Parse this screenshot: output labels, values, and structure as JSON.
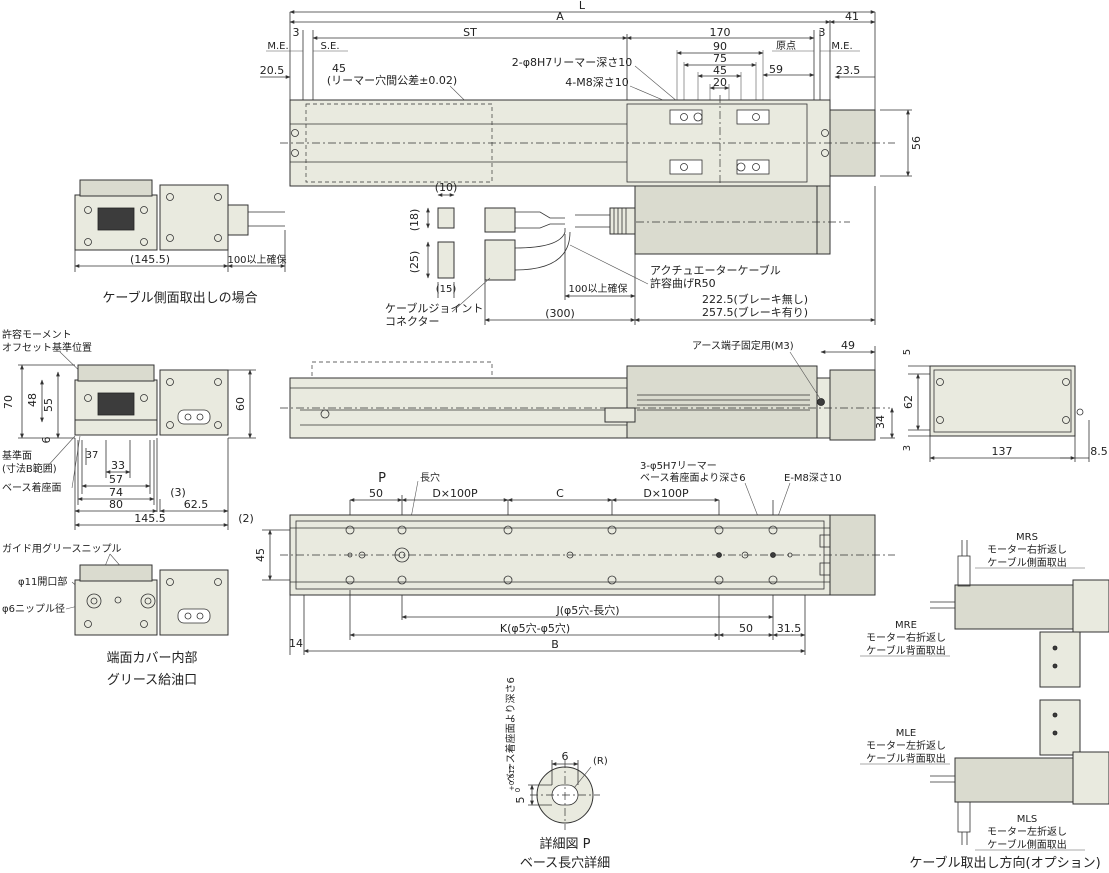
{
  "top_view": {
    "dims": [
      "L",
      "A",
      "41",
      "3",
      "M.E.",
      "S.E.",
      "ST",
      "170",
      "3",
      "原点",
      "M.E.",
      "90",
      "75",
      "45",
      "20",
      "59",
      "20.5",
      "45",
      "(リーマー穴間公差±0.02)",
      "23.5",
      "2-φ8H7リーマー深さ10",
      "4-M8深さ10",
      "56"
    ]
  },
  "cable_side": {
    "dims": [
      "(10)",
      "(18)",
      "(25)",
      "(15)",
      "100以上確保",
      "(300)",
      "222.5(ブレーキ無し)",
      "257.5(ブレーキ有り)"
    ],
    "labels": [
      "アクチュエーターケーブル",
      "許容曲げR50",
      "ケーブルジョイント",
      "コネクター"
    ]
  },
  "left_top": {
    "dims": [
      "(145.5)",
      "100以上確保"
    ],
    "caption": "ケーブル側面取出しの場合"
  },
  "side_view": {
    "labels": [
      "アース端子固定用(M3)"
    ],
    "dims": [
      "49",
      "34"
    ]
  },
  "end_view": {
    "labels": [
      "許容モーメント",
      "オフセット基準位置",
      "基準面",
      "(寸法B範囲)",
      "ベース着座面"
    ],
    "dims": [
      "70",
      "48",
      "55",
      "60",
      "6",
      "37",
      "33",
      "57",
      "74",
      "80",
      "(3)",
      "62.5",
      "145.5",
      "(2)"
    ]
  },
  "right_end": {
    "dims": [
      "5",
      "62",
      "3",
      "137",
      "8.5"
    ]
  },
  "bottom_view": {
    "labels": [
      "P",
      "長穴",
      "3-φ5H7リーマー",
      "ベース着座面より深さ6",
      "E-M8深さ10"
    ],
    "dims": [
      "50",
      "D×100P",
      "C",
      "D×100P",
      "45",
      "J(φ5穴-長穴)",
      "K(φ5穴-φ5穴)",
      "50",
      "31.5",
      "14",
      "B"
    ]
  },
  "grease": {
    "labels": [
      "ガイド用グリースニップル",
      "φ11開口部",
      "φ6ニップル径"
    ],
    "caption1": "端面カバー内部",
    "caption2": "グリース給油口"
  },
  "detail_p": {
    "dims": [
      "6",
      "(R)",
      "5",
      "+0.012",
      "0",
      "ベース着座面より深さ6"
    ],
    "caption1": "詳細図 P",
    "caption2": "ベース長穴詳細"
  },
  "options": {
    "mrs": [
      "MRS",
      "モーター右折返し",
      "ケーブル側面取出"
    ],
    "mre": [
      "MRE",
      "モーター右折返し",
      "ケーブル背面取出"
    ],
    "mle": [
      "MLE",
      "モーター左折返し",
      "ケーブル背面取出"
    ],
    "mls": [
      "MLS",
      "モーター左折返し",
      "ケーブル側面取出"
    ],
    "caption": "ケーブル取出し方向(オプション)"
  }
}
